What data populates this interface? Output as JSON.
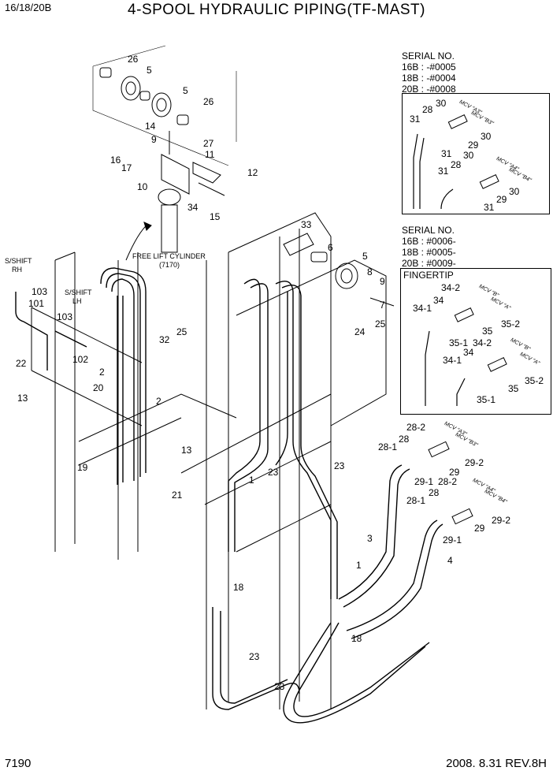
{
  "header": {
    "model": "16/18/20B",
    "title": "4-SPOOL HYDRAULIC PIPING(TF-MAST)"
  },
  "footer": {
    "page_number": "7190",
    "revision": "2008. 8.31  REV.8H"
  },
  "serial_blocks": [
    {
      "heading": "SERIAL NO.",
      "lines": [
        "16B : -#0005",
        "18B : -#0004",
        "20B : -#0008"
      ]
    },
    {
      "heading": "SERIAL NO.",
      "lines": [
        "16B : #0006-",
        "18B : #0005-",
        "20B : #0009-"
      ]
    }
  ],
  "fingertip_label": "FINGERTIP",
  "cylinder_label": [
    "FREE LIFT CYLINDER",
    "(7170)"
  ],
  "side_labels": {
    "shift_rh": [
      "S/SHIFT",
      "RH"
    ],
    "shift_lh": [
      "S/SHIFT",
      "LH"
    ]
  },
  "mcv_labels": [
    "MCV \"A3\"",
    "MCV \"B3\"",
    "MCV \"A4\"",
    "MCV \"B4\"",
    "MCV \"B\"",
    "MCV \"A\"",
    "MCV \"B\"",
    "MCV \"A\"",
    "MCV \"A3\"",
    "MCV \"B3\"",
    "MCV \"A4\"",
    "MCV \"B4\""
  ],
  "part_labels": [
    "26",
    "5",
    "5",
    "26",
    "14",
    "9",
    "27",
    "16",
    "17",
    "11",
    "12",
    "10",
    "34",
    "15",
    "28",
    "30",
    "31",
    "30",
    "29",
    "28",
    "30",
    "31",
    "30",
    "29",
    "31",
    "31",
    "33",
    "6",
    "5",
    "8",
    "9",
    "7",
    "34-2",
    "34-1",
    "34",
    "35",
    "35-2",
    "35-1",
    "34-2",
    "34-1",
    "34",
    "35",
    "35-2",
    "35-1",
    "103",
    "101",
    "103",
    "22",
    "102",
    "2",
    "20",
    "13",
    "2",
    "32",
    "25",
    "24",
    "25",
    "28-2",
    "28",
    "28-1",
    "29-2",
    "29",
    "29-1",
    "28-2",
    "28",
    "28-1",
    "29-2",
    "29",
    "29-1",
    "3",
    "4",
    "19",
    "13",
    "21",
    "23",
    "1",
    "23",
    "1",
    "18",
    "18",
    "23",
    "23"
  ]
}
